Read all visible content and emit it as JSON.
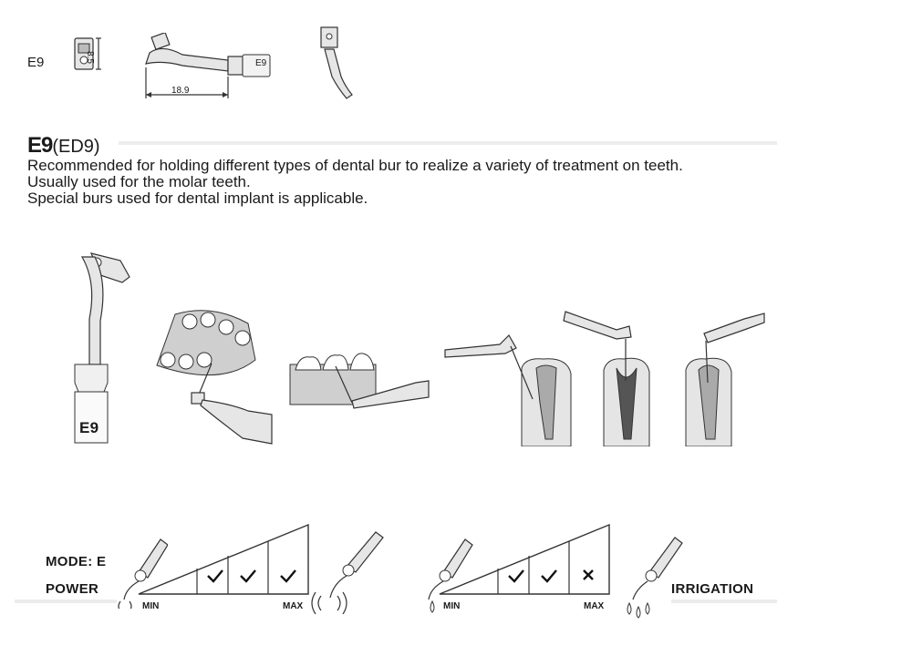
{
  "header": {
    "code": "E9",
    "dim_height": "8.5",
    "dim_length": "18.9",
    "tip_label": "E9"
  },
  "product": {
    "name": "E9",
    "alias": "(ED9)",
    "description": [
      "Recommended for holding different types of dental bur to realize a variety of treatment on teeth.",
      "Usually used for the molar teeth.",
      "Special burs used for dental implant is applicable."
    ],
    "tip_engraving": "E9"
  },
  "settings": {
    "mode_label": "MODE: E",
    "power_label": "POWER",
    "irrigation_label": "IRRIGATION",
    "power_scale": {
      "min": "MIN",
      "max": "MAX",
      "levels": [
        "check",
        "check",
        "check"
      ]
    },
    "irrigation_scale": {
      "min": "MIN",
      "max": "MAX",
      "levels": [
        "check",
        "check",
        "cross"
      ]
    }
  }
}
